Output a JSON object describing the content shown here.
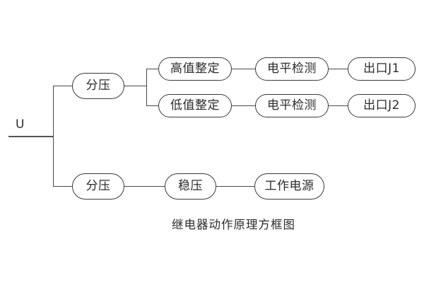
{
  "diagram": {
    "caption": "继电器动作原理方框图",
    "input_label": "U",
    "colors": {
      "background": "#ffffff",
      "stroke": "#3a3a3a",
      "line": "#4a4a4a",
      "bus": "#555555",
      "text": "#2b2b2b"
    },
    "nodes": {
      "divider_top": "分压",
      "high_set": "高值整定",
      "low_set": "低值整定",
      "level_detect_1": "电平检测",
      "level_detect_2": "电平检测",
      "output_j1": "出口J1",
      "output_j2": "出口J2",
      "divider_bottom": "分压",
      "regulator": "稳压",
      "working_supply": "工作电源"
    }
  }
}
